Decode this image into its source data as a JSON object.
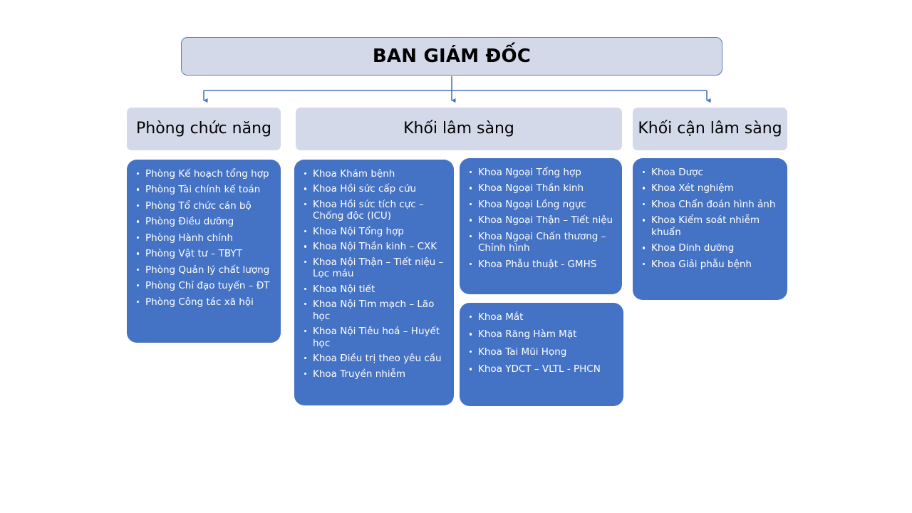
{
  "chart_title": "BAN GIÁM ĐỐC",
  "theme": {
    "header_fill": "#d3d9e9",
    "header_border": "#5b7cc0",
    "box_fill": "#4472c4",
    "connector": "#4472c4",
    "text_dark": "#000000",
    "text_light": "#ffffff",
    "page_background": "#ffffff"
  },
  "root": {
    "label": "BAN GIÁM ĐỐC"
  },
  "branches": [
    {
      "key": "functional",
      "header": "Phòng chức năng",
      "groups": [
        {
          "key": "functional-departments",
          "items": [
            "Phòng Kế hoạch tổng hợp",
            "Phòng Tài chính kế toán",
            "Phòng Tổ chức cán bộ",
            "Phòng Điều dưỡng",
            "Phòng Hành chính",
            "Phòng Vật tư – TBYT",
            "Phòng Quản lý chất lượng",
            "Phòng Chỉ đạo tuyến – ĐT",
            "Phòng Công tác xã hội"
          ]
        }
      ]
    },
    {
      "key": "clinical",
      "header": "Khối lâm sàng",
      "groups": [
        {
          "key": "clinical-internal",
          "items": [
            "Khoa Khám bệnh",
            "Khoa Hồi sức cấp cứu",
            "Khoa Hồi sức tích cực – Chống độc (ICU)",
            "Khoa Nội Tổng hợp",
            "Khoa Nội Thần kinh – CXK",
            "Khoa Nội Thận – Tiết niệu – Lọc máu",
            "Khoa Nội tiết",
            "Khoa Nội Tim mạch – Lão học",
            "Khoa Nội Tiêu hoá – Huyết học",
            "Khoa Điều trị theo yêu cầu",
            "Khoa Truyền nhiễm"
          ]
        },
        {
          "key": "clinical-surgical",
          "items": [
            "Khoa Ngoại Tổng hợp",
            "Khoa Ngoại Thần kinh",
            "Khoa Ngoại Lồng ngực",
            "Khoa Ngoại Thận – Tiết niệu",
            "Khoa Ngoại Chấn thương – Chỉnh hình",
            "Khoa Phẫu thuật - GMHS"
          ]
        },
        {
          "key": "clinical-specialty",
          "items": [
            "Khoa Mắt",
            "Khoa Răng Hàm Mặt",
            "Khoa Tai Mũi Họng",
            "Khoa YDCT – VLTL - PHCN"
          ]
        }
      ]
    },
    {
      "key": "paraclinical",
      "header": "Khối cận lâm sàng",
      "groups": [
        {
          "key": "paraclinical-departments",
          "items": [
            "Khoa Dược",
            "Khoa Xét nghiệm",
            "Khoa Chẩn đoán hình ảnh",
            "Khoa Kiểm soát nhiễm khuẩn",
            "Khoa Dinh dưỡng",
            "Khoa Giải phẫu bệnh"
          ]
        }
      ]
    }
  ]
}
